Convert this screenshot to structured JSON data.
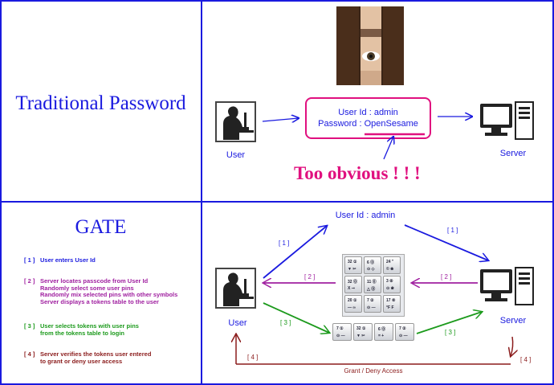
{
  "top_left": {
    "title": "Traditional Password"
  },
  "top_right": {
    "user_label": "User",
    "server_label": "Server",
    "login_box": {
      "user_line": "User Id : admin",
      "pass_prefix": "Password : ",
      "pass_value": "OpenSesame"
    },
    "warning": "Too obvious ! ! !"
  },
  "bottom_left": {
    "title": "GATE",
    "steps": [
      {
        "num": "[ 1 ]",
        "lines": [
          "User enters User Id"
        ],
        "color": "#1a1adf"
      },
      {
        "num": "[ 2 ]",
        "lines": [
          "Server locates passcode from User Id",
          "Randomly select some user pins",
          "Randomly mix selected pins with other symbols",
          "Server displays a tokens table to the user"
        ],
        "color": "#a020a0"
      },
      {
        "num": "[ 3 ]",
        "lines": [
          "User selects tokens with user pins",
          "from the tokens table to login"
        ],
        "color": "#1c9a1c"
      },
      {
        "num": "[ 4 ]",
        "lines": [
          "Server verifies the tokens user entered",
          "to grant or deny user access"
        ],
        "color": "#8b1c1c"
      }
    ]
  },
  "bottom_right": {
    "user_id": "User Id : admin",
    "user_label": "User",
    "server_label": "Server",
    "step_labels": {
      "s1_left": "[ 1 ]",
      "s1_right": "[ 1 ]",
      "s2_left": "[ 2 ]",
      "s2_right": "[ 2 ]",
      "s3_left": "[ 3 ]",
      "s3_right": "[ 3 ]",
      "s4_left": "[ 4 ]",
      "s4_right": "[ 4 ]"
    },
    "grant_deny": "Grant / Deny Access"
  },
  "colors": {
    "border": "#1a1adf",
    "blue": "#1a1adf",
    "magenta": "#e0107f",
    "purple": "#a020a0",
    "green": "#1c9a1c",
    "darkred": "#8b1c1c"
  }
}
